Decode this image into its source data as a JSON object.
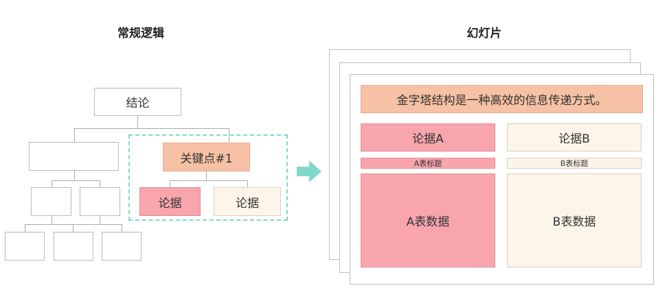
{
  "left": {
    "heading": "常规逻辑",
    "root_label": "结论",
    "key_point_label": "关键点#1",
    "arg_left_label": "论据",
    "arg_right_label": "论据"
  },
  "right": {
    "heading": "幻灯片",
    "title_bar": "金字塔结构是一种高效的信息传递方式。",
    "col_a": {
      "header": "论据A",
      "subtitle": "A表标题",
      "data": "A表数据"
    },
    "col_b": {
      "header": "论据B",
      "subtitle": "B表标题",
      "data": "B表数据"
    }
  },
  "colors": {
    "salmon": "#f6c1a4",
    "pink": "#f8a5ad",
    "cream": "#fdf5e9",
    "teal": "#7fd8c9"
  },
  "icons": {
    "arrow": "right-arrow-icon"
  }
}
